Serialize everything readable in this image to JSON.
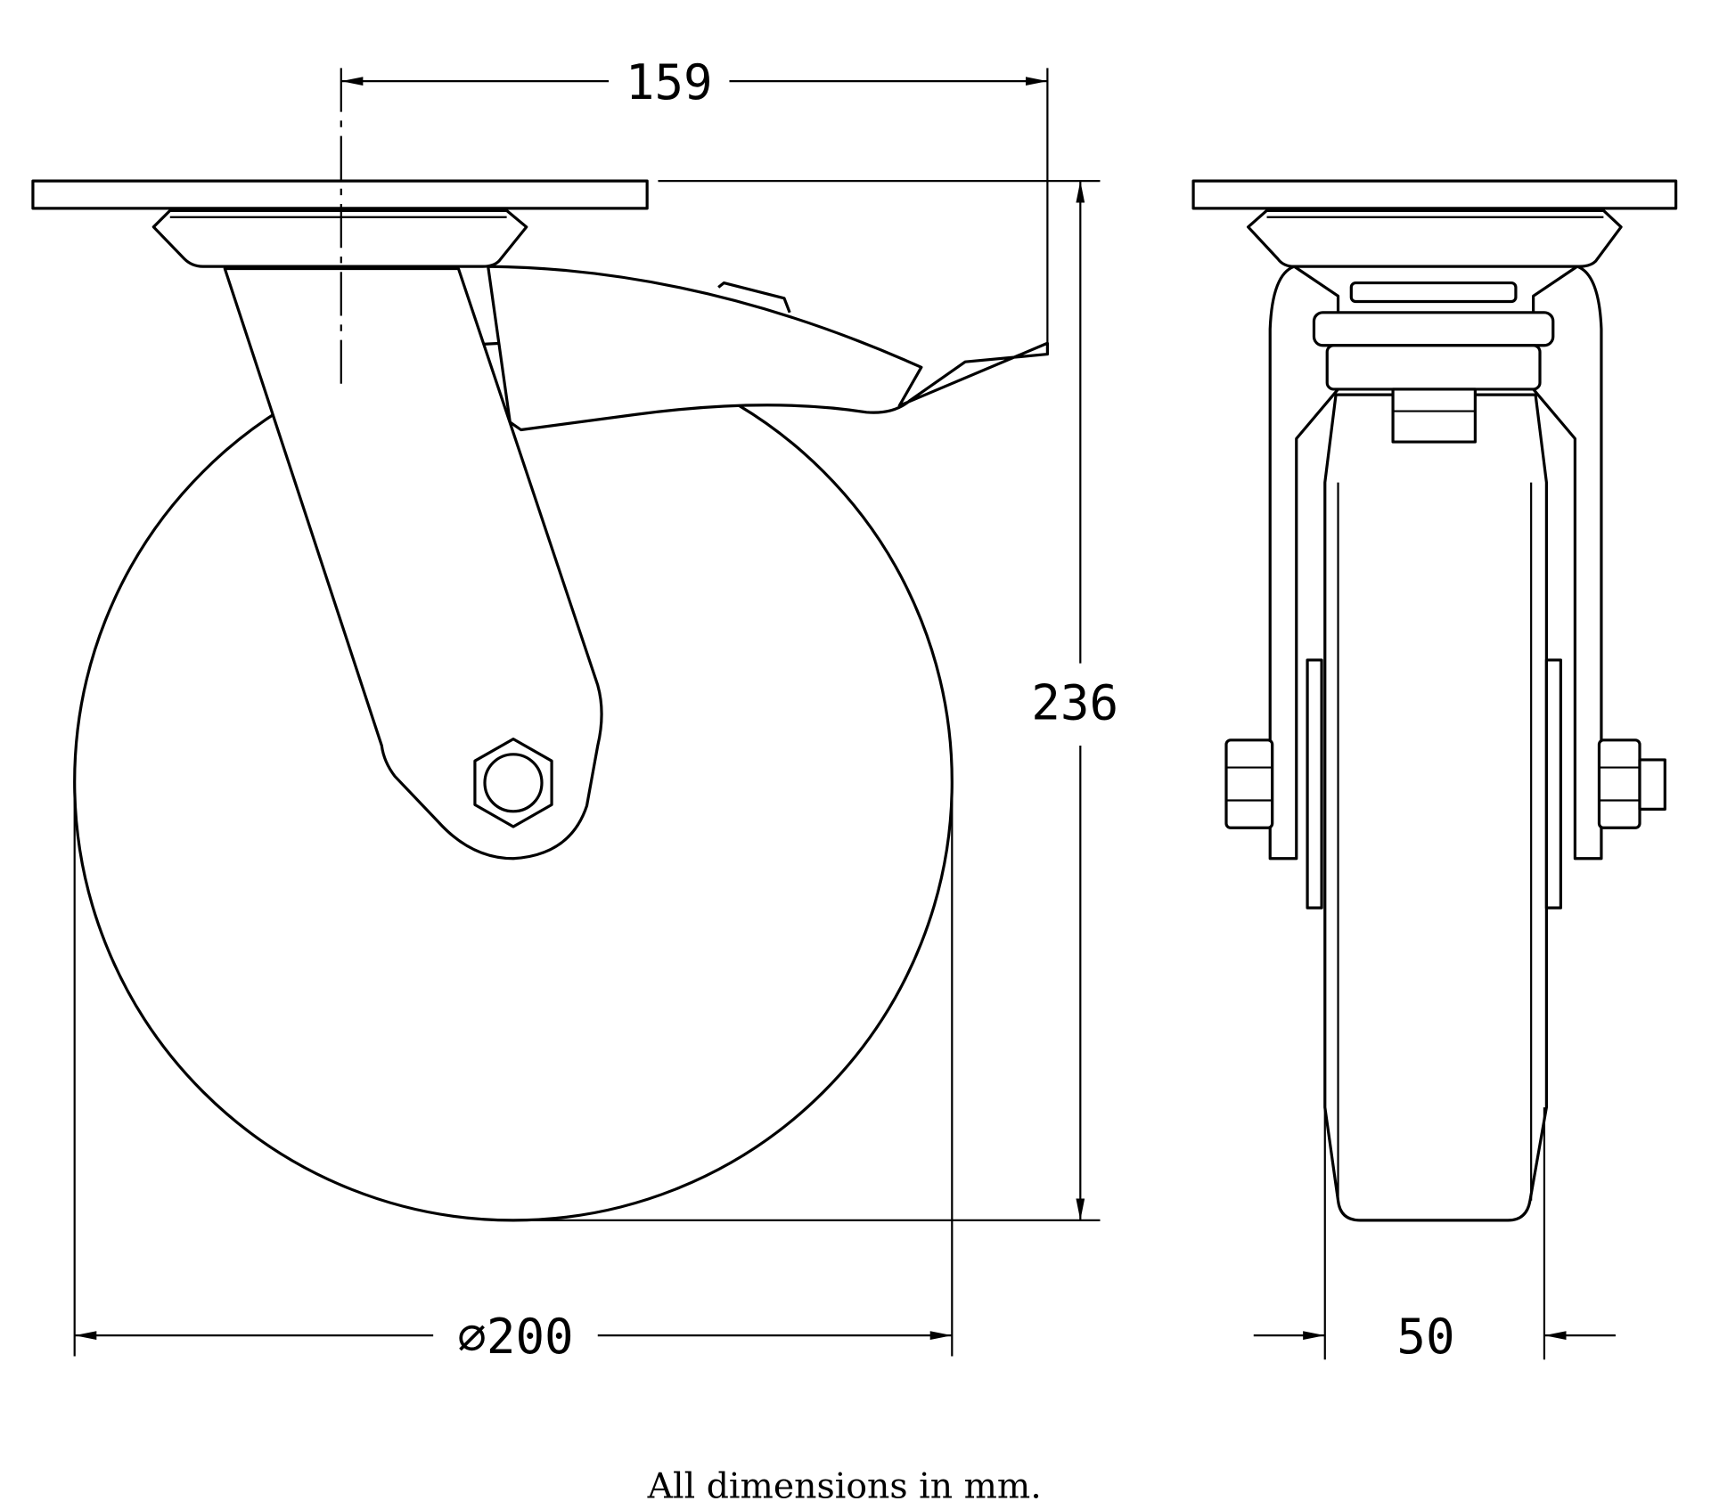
{
  "drawing": {
    "title": "Swivel castor with brake - dimension drawing",
    "dimensions": {
      "offset": "159",
      "height": "236",
      "wheel_diameter": "⌀200",
      "wheel_width": "50"
    },
    "note": "All dimensions in mm.",
    "line_color": "#000000",
    "background": "#ffffff"
  }
}
